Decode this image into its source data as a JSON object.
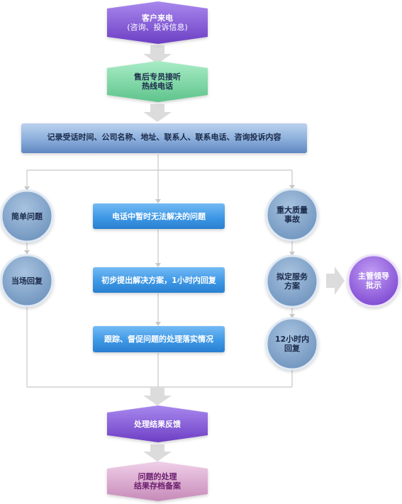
{
  "colors": {
    "purple": "#8b5fd6",
    "green": "#7ed6a6",
    "blue_bar": "#8fb0d9",
    "blue_button": "#3f9be6",
    "circle": "#7fa3c9",
    "violet_circle": "#9b6be0",
    "pink": "#d8a5cf",
    "connector": "#c8c8c8",
    "arrow": "#d9d9d9"
  },
  "nodes": {
    "customer_call": {
      "line1": "客户来电",
      "line2": "(咨询、投诉信息)"
    },
    "hotline": {
      "line1": "售后专员接听",
      "line2": "热线电话"
    },
    "record": {
      "label": "记录受话时间、公司名称、地址、联系人、联系电话、咨询投诉内容"
    },
    "simple_issue": {
      "label": "简单问题"
    },
    "onsite_reply": {
      "label": "当场回复"
    },
    "unresolved_phone": {
      "label": "电话中暂时无法解决的问题"
    },
    "initial_solution": {
      "label": "初步提出解决方案，1小时内回复"
    },
    "follow_up": {
      "label": "跟踪、督促问题的处理落实情况"
    },
    "major_quality": {
      "line1": "重大质量",
      "line2": "事故"
    },
    "service_plan": {
      "line1": "拟定服务",
      "line2": "方案"
    },
    "reply_12h": {
      "line1": "12小时内",
      "line2": "回复"
    },
    "leader_instruction": {
      "line1": "主管领导",
      "line2": "批示"
    },
    "feedback": {
      "label": "处理结果反馈"
    },
    "archive": {
      "line1": "问题的处理",
      "line2": "结果存档备案"
    }
  }
}
